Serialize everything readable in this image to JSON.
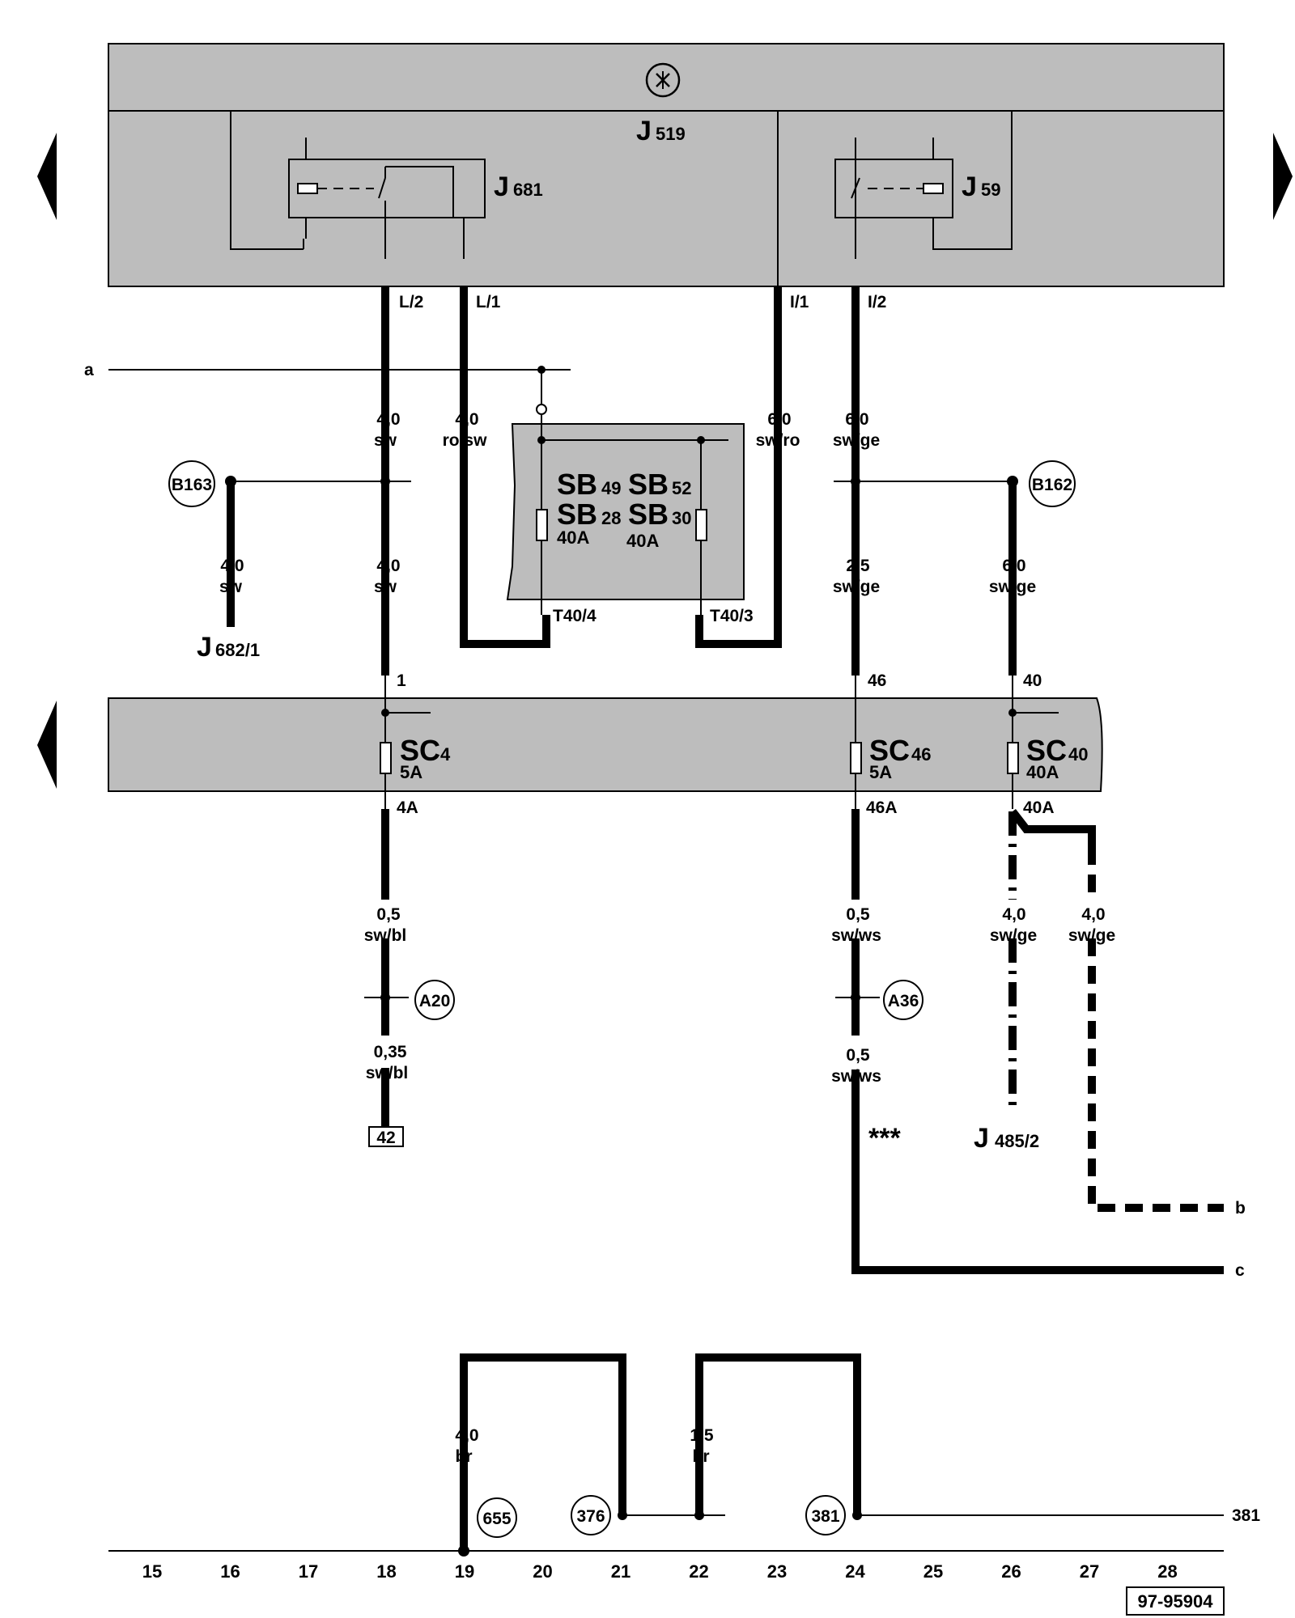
{
  "components": {
    "central": "J",
    "central_sub": "519",
    "relay_left": "J",
    "relay_left_sub": "681",
    "relay_right": "J",
    "relay_right_sub": "59",
    "j682": "J",
    "j682_sub": "682/1",
    "j485": "J",
    "j485_sub": "485/2"
  },
  "pins": {
    "l2": "L/2",
    "l1": "L/1",
    "i1": "I/1",
    "i2": "I/2",
    "t40_4": "T40/4",
    "t40_3": "T40/3",
    "p1": "1",
    "p46": "46",
    "p40": "40",
    "p4a": "4A",
    "p46a": "46A",
    "p40a": "40A"
  },
  "fuse_block_sb": {
    "sb49": "SB",
    "sb49_sub": "49",
    "sb52": "SB",
    "sb52_sub": "52",
    "sb28": "SB",
    "sb28_sub": "28",
    "sb30": "SB",
    "sb30_sub": "30",
    "rating_left": "40A",
    "rating_right": "40A"
  },
  "fuse_block_sc": {
    "sc4": "SC",
    "sc4_sub": "4",
    "sc4_rating": "5A",
    "sc46": "SC",
    "sc46_sub": "46",
    "sc46_rating": "5A",
    "sc40": "SC",
    "sc40_sub": "40",
    "sc40_rating": "40A"
  },
  "wires": {
    "w_l2_size": "4,0",
    "w_l2_color": "sw",
    "w_l1_size": "4,0",
    "w_l1_color": "ro/sw",
    "w_i1_size": "6,0",
    "w_i1_color": "sw/ro",
    "w_i2_size": "6,0",
    "w_i2_color": "sw/ge",
    "w_b163_size": "4,0",
    "w_b163_color": "sw",
    "w_18b_size": "4,0",
    "w_18b_color": "sw",
    "w_24b_size": "2,5",
    "w_24b_color": "sw/ge",
    "w_26b_size": "6,0",
    "w_26b_color": "sw/ge",
    "w_18c_size": "0,5",
    "w_18c_color": "sw/bl",
    "w_18d_size": "0,35",
    "w_18d_color": "sw/bl",
    "w_24c_size": "0,5",
    "w_24c_color": "sw/ws",
    "w_24d_size": "0,5",
    "w_24d_color": "sw/ws",
    "w_26c_size": "4,0",
    "w_26c_color": "sw/ge",
    "w_27c_size": "4,0",
    "w_27c_color": "sw/ge",
    "w_19_size": "4,0",
    "w_19_color": "br",
    "w_22_size": "1,5",
    "w_22_color": "br"
  },
  "connectors": {
    "b163": "B163",
    "b162": "B162",
    "a20": "A20",
    "a36": "A36",
    "c655": "655",
    "c376": "376",
    "c381": "381"
  },
  "refs": {
    "a": "a",
    "b": "b",
    "c": "c",
    "ref42": "42",
    "ref381": "381",
    "stars": "***",
    "doc_id": "97-95904"
  },
  "columns": [
    "15",
    "16",
    "17",
    "18",
    "19",
    "20",
    "21",
    "22",
    "23",
    "24",
    "25",
    "26",
    "27",
    "28"
  ]
}
